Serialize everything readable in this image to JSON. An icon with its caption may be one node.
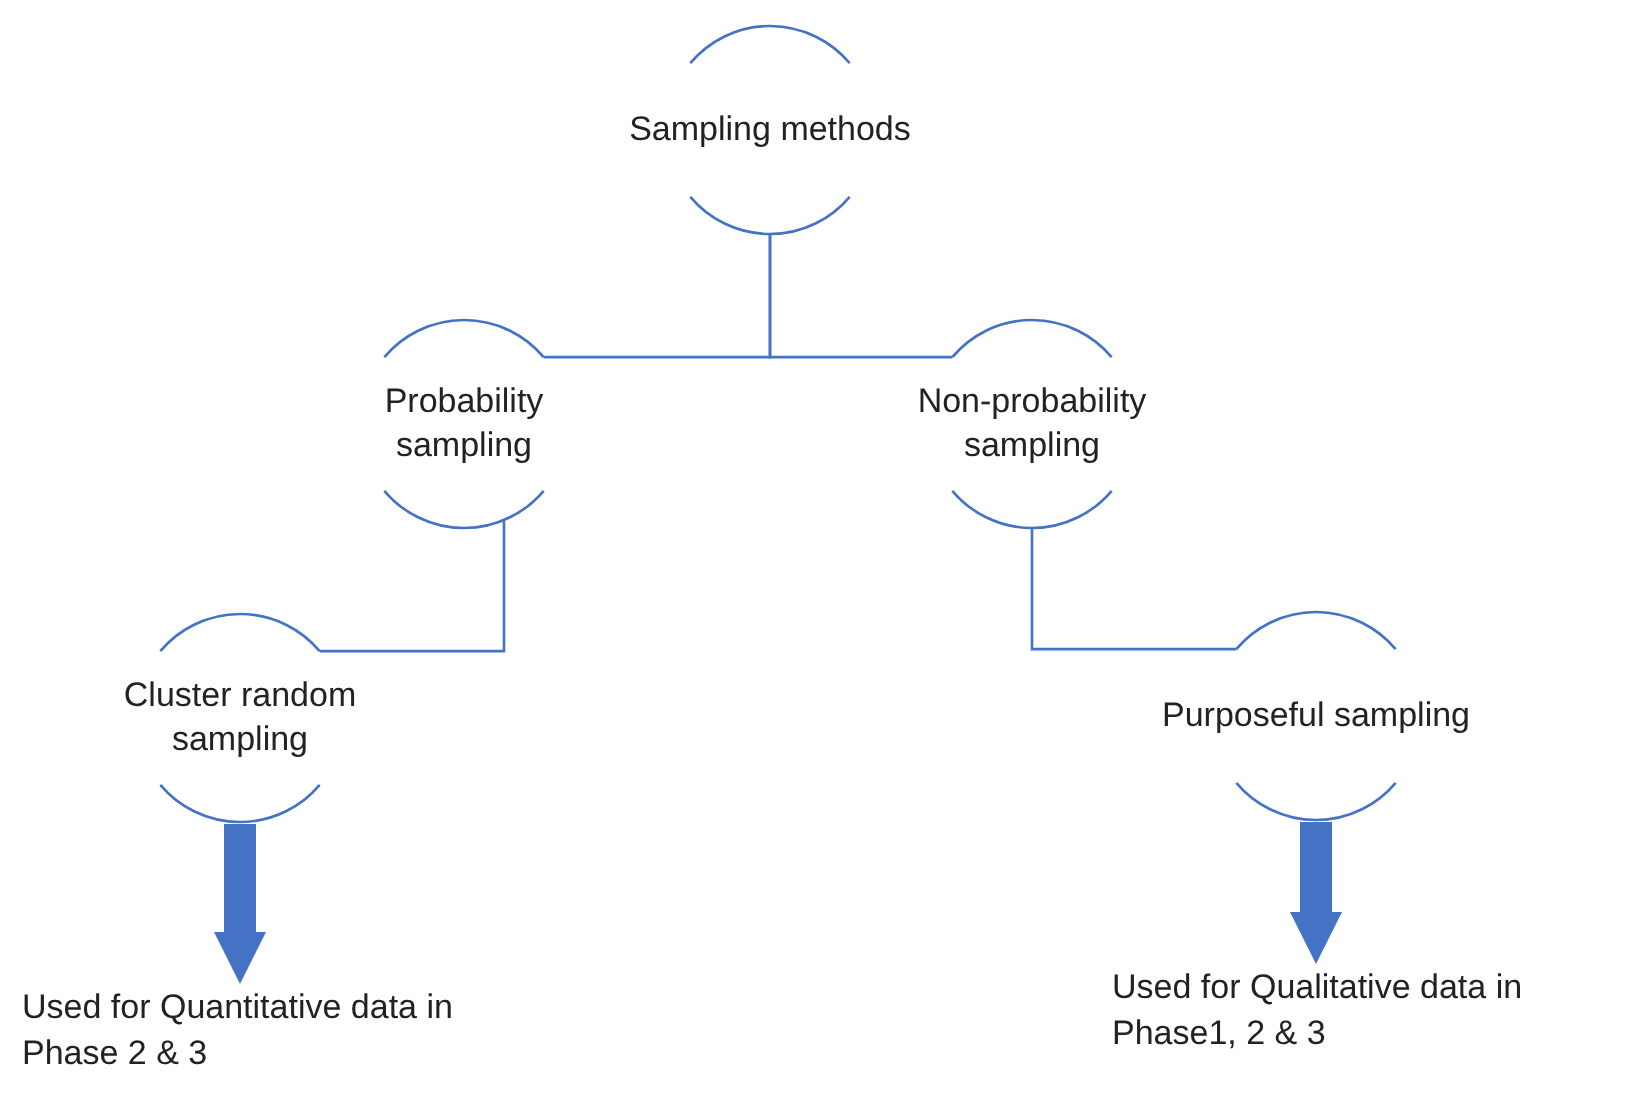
{
  "diagram": {
    "nodes": [
      {
        "text": [
          "Sampling methods"
        ]
      },
      {
        "text": [
          "Probability sampling"
        ]
      },
      {
        "text": [
          "Non-probability sampling"
        ]
      },
      {
        "text": [
          "Cluster random sampling"
        ]
      },
      {
        "text": [
          "Purposeful sampling"
        ]
      },
      {
        "text": [
          "Used for Quantitative data in Phase 2 & 3"
        ]
      },
      {
        "text": [
          "Used for Qualitative data in Phase1, 2 & 3"
        ]
      }
    ],
    "edges": [
      {
        "from": 0,
        "to": 1,
        "arrow": "none"
      },
      {
        "from": 0,
        "to": 2,
        "arrow": "none"
      },
      {
        "from": 1,
        "to": 3,
        "arrow": "none"
      },
      {
        "from": 2,
        "to": 4,
        "arrow": "none"
      },
      {
        "from": 3,
        "to": 5,
        "arrow": "to",
        "style": "thick",
        "color": "#4472c4"
      },
      {
        "from": 4,
        "to": 6,
        "arrow": "to",
        "style": "thick",
        "color": "#4472c4"
      }
    ]
  }
}
